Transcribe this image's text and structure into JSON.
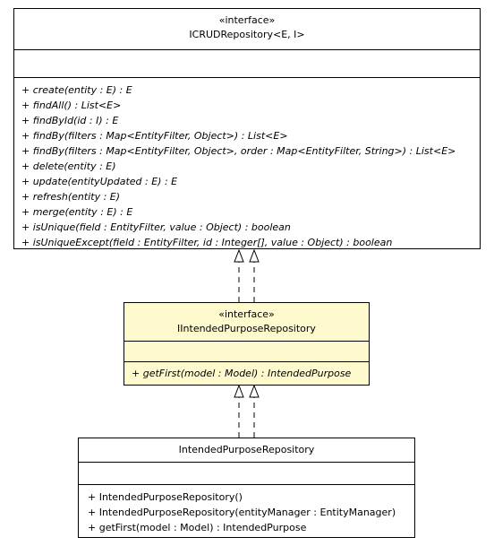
{
  "crud": {
    "stereotype": "«interface»",
    "name": "ICRUDRepository<E, I>",
    "operations": [
      "+ create(entity : E) : E",
      "+ findAll() : List<E>",
      "+ findById(id : I) : E",
      "+ findBy(filters : Map<EntityFilter, Object>) : List<E>",
      "+ findBy(filters : Map<EntityFilter, Object>, order : Map<EntityFilter, String>) : List<E>",
      "+ delete(entity : E)",
      "+ update(entityUpdated : E) : E",
      "+ refresh(entity : E)",
      "+ merge(entity : E) : E",
      "+ isUnique(field : EntityFilter, value : Object) : boolean",
      "+ isUniqueExcept(field : EntityFilter, id : Integer[], value : Object) : boolean"
    ]
  },
  "iface": {
    "stereotype": "«interface»",
    "name": "IIntendedPurposeRepository",
    "operations": [
      "+ getFirst(model : Model) : IntendedPurpose"
    ]
  },
  "impl": {
    "name": "IntendedPurposeRepository",
    "operations": [
      "+ IntendedPurposeRepository()",
      "+ IntendedPurposeRepository(entityManager : EntityManager)",
      "+ getFirst(model : Model) : IntendedPurpose"
    ]
  },
  "colors": {
    "highlight_fill": "#fffacd",
    "border": "#000000"
  }
}
